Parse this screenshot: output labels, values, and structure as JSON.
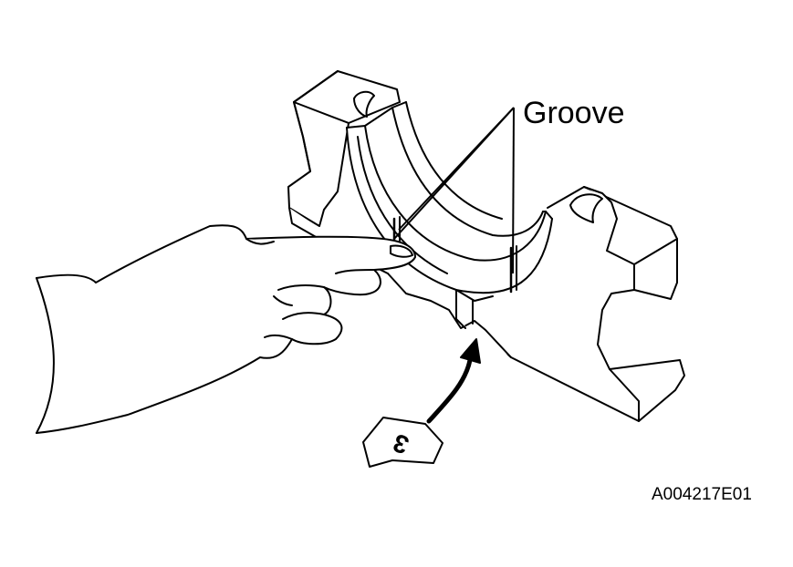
{
  "diagram": {
    "callout_label": "Groove",
    "figure_code": "A004217E01",
    "cap_mark_number": "3",
    "icons": [
      "bearing-cap-block",
      "bearing-shell",
      "hand-pointer",
      "curved-arrow",
      "number-mark-badge"
    ],
    "colors": {
      "line": "#000000",
      "paper": "#ffffff"
    }
  }
}
